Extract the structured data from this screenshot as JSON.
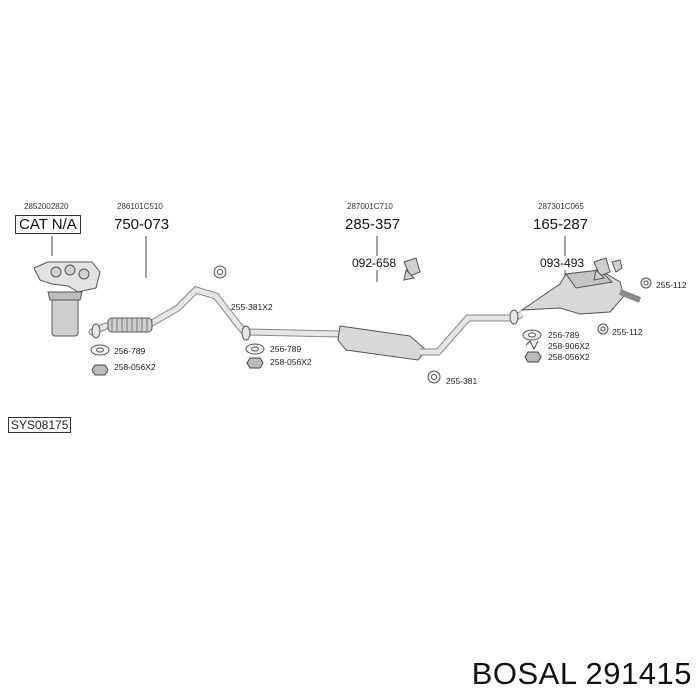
{
  "oem_numbers": {
    "cat": "2852002820",
    "front_pipe": "286101C510",
    "middle": "287001C710",
    "rear": "287301C065"
  },
  "parts": {
    "cat": "CAT N/A",
    "front_pipe": "750-073",
    "middle": "285-357",
    "middle_mount": "092-658",
    "rear": "165-287",
    "rear_mount": "093-493"
  },
  "fittings": {
    "gasket_1": "256-789",
    "nut_1": "258-056X2",
    "clamp_1": "255-381X2",
    "gasket_2": "256-789",
    "nut_2": "258-056X2",
    "clamp_2": "255-381",
    "gasket_3": "256-789",
    "spring": "258-906X2",
    "nut_3": "258-056X2",
    "rubber_1": "255-112",
    "rubber_2": "255-112"
  },
  "system_code": "SYS08175",
  "footer": "BOSAL 291415"
}
